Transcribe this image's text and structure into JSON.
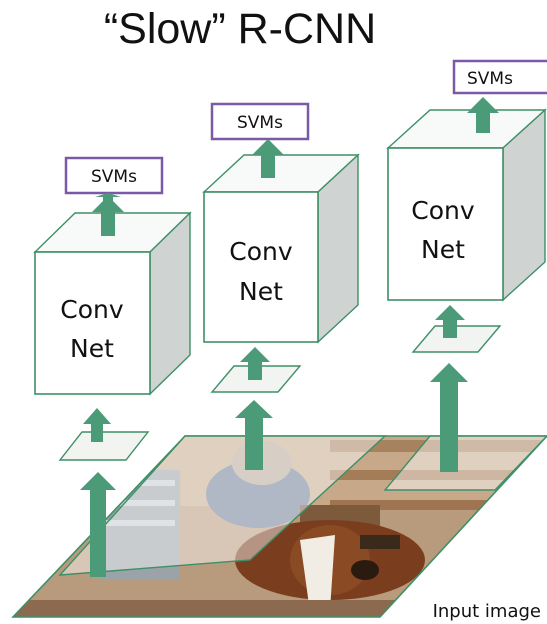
{
  "title": "“Slow” R-CNN",
  "caption": "Input image",
  "conv_label": {
    "line1": "Conv",
    "line2": "Net"
  },
  "svm_label": "SVMs",
  "icons": {
    "input_image": "photo of a cowboy riding a brown horse, drawn as a skewed parallelogram",
    "arrows": "green upward arrows"
  },
  "colors": {
    "box_outline": "#3f8f67",
    "arrow": "#4b9a78",
    "svm_outline": "#7a5aa6",
    "box_side": "#cfd3d1"
  }
}
